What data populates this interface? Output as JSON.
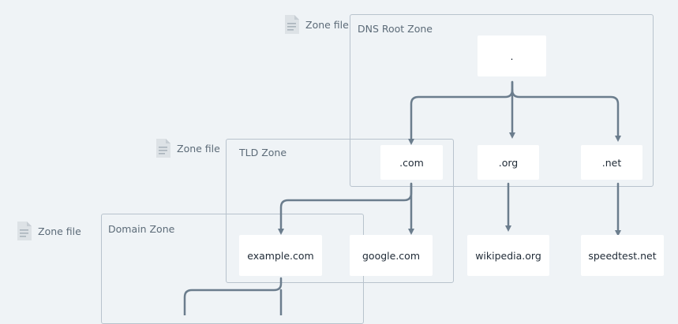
{
  "zones": {
    "root": {
      "title": "DNS Root Zone",
      "file_label": "Zone file"
    },
    "tld": {
      "title": "TLD Zone",
      "file_label": "Zone file"
    },
    "domain": {
      "title": "Domain Zone",
      "file_label": "Zone file"
    }
  },
  "nodes": {
    "root": ".",
    "com": ".com",
    "org": ".org",
    "net": ".net",
    "example": "example.com",
    "google": "google.com",
    "wikipedia": "wikipedia.org",
    "speedtest": "speedtest.net"
  },
  "colors": {
    "edge": "#6b7d8d",
    "zone_border": "#b8c3cd",
    "background": "#eff3f6",
    "node": "#ffffff"
  },
  "icons": {
    "zone_file": "document-icon"
  }
}
